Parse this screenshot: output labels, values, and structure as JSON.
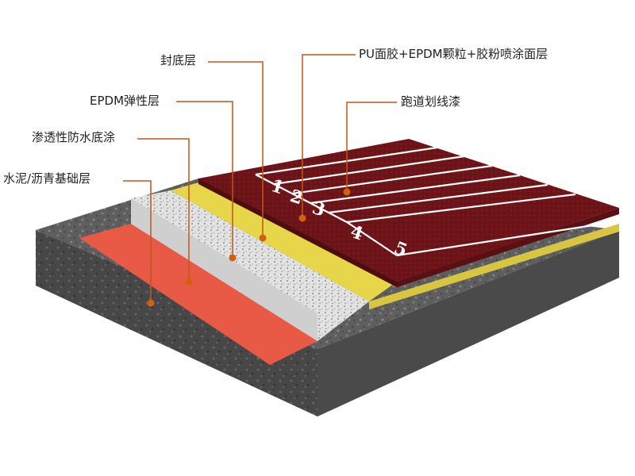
{
  "labels": {
    "pu_surface": "PU面胶+EPDM颗粒+胶粉喷涂面层",
    "seal_layer": "封底层",
    "track_marking": "跑道划线漆",
    "epdm_layer": "EPDM弹性层",
    "primer": "渗透性防水底涂",
    "base": "水泥/沥青基础层"
  },
  "lane_numbers": [
    "1",
    "2",
    "3",
    "4",
    "5"
  ],
  "colors": {
    "leader": "#c0561a",
    "marker": "#d3600f",
    "track": "#6e1418",
    "seal": "#e8d64a",
    "primer": "#e85a45",
    "epdm": "#dcdcdc",
    "base": "#5c5c5c"
  }
}
